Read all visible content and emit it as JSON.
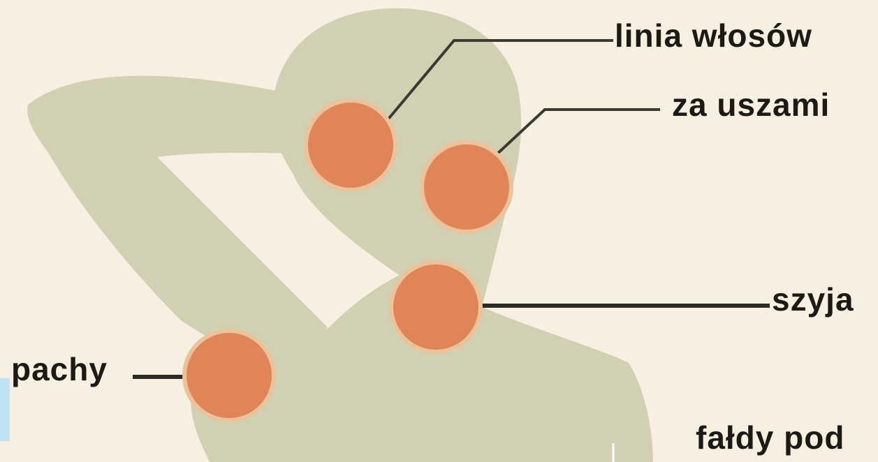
{
  "diagram": {
    "colors": {
      "background": "#f7efdf",
      "silhouette": "#d2d0b2",
      "spot": "#de8658",
      "spot_glow": "#ecc29c",
      "leader_line": "#3a3a33"
    },
    "labels": {
      "hairline": "linia włosów",
      "behind_ears": "za uszami",
      "neck": "szyja",
      "armpits": "pachy",
      "folds_under": "fałdy pod"
    }
  }
}
